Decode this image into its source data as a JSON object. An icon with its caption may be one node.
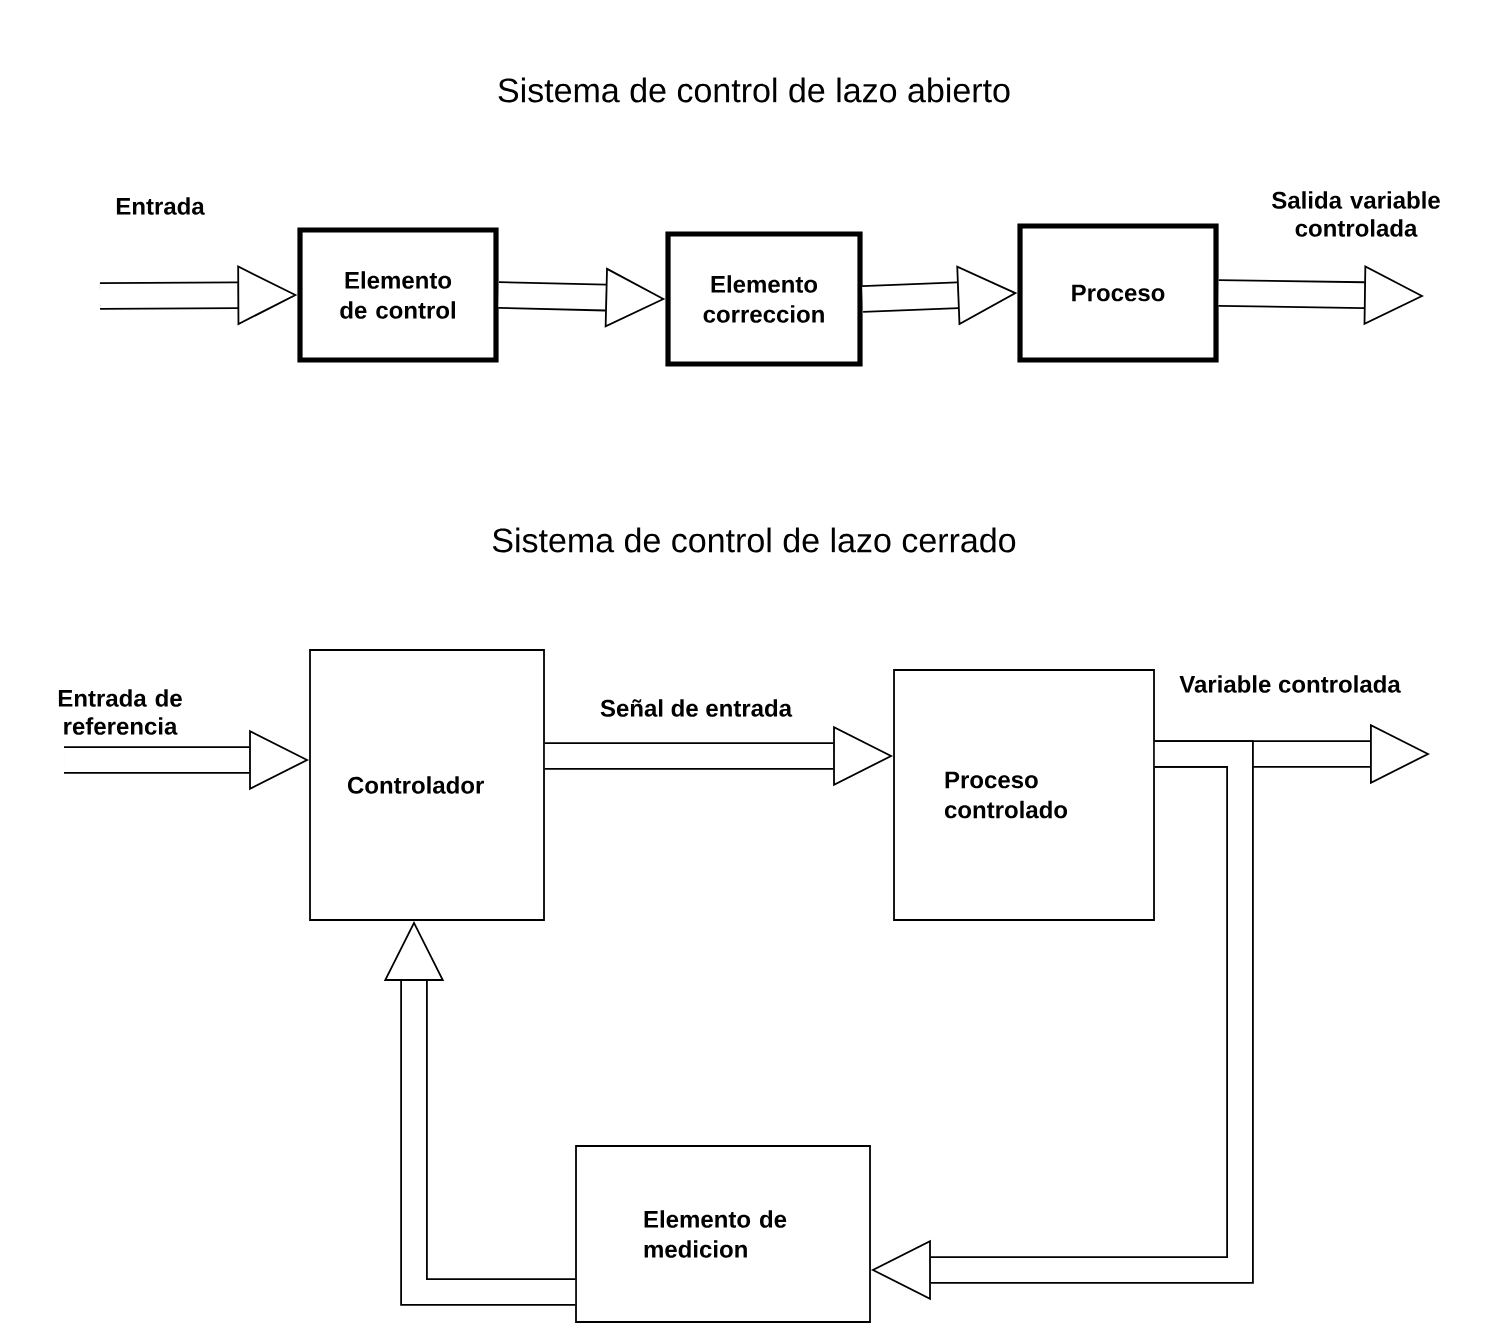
{
  "diagram": {
    "title": "Sistema de control de lazo abierto",
    "nodes": [
      {
        "text": [
          "Elemento de control"
        ]
      },
      {
        "text": [
          "Elemento correccion"
        ]
      },
      {
        "text": [
          "Proceso"
        ]
      },
      {
        "text": [
          "Sistema de control de lazo cerrado"
        ]
      },
      {
        "text": [
          "Controlador"
        ]
      },
      {
        "text": [
          "Proceso controlado"
        ]
      },
      {
        "text": [
          "Elemento de medicion"
        ]
      }
    ],
    "edges": [
      {
        "from": null,
        "to": 0,
        "arrow": "to",
        "label": "Entrada"
      },
      {
        "from": 0,
        "to": 1,
        "arrow": "to"
      },
      {
        "from": 1,
        "to": 2,
        "arrow": "to"
      },
      {
        "from": 2,
        "to": null,
        "arrow": "to",
        "label": "Salida variable controlada"
      },
      {
        "from": null,
        "to": 4,
        "arrow": "to",
        "label": "Entrada de referencia"
      },
      {
        "from": 4,
        "to": 5,
        "arrow": "to",
        "label": "Señal de entrada"
      },
      {
        "from": 5,
        "to": null,
        "arrow": "to",
        "label": "Variable controlada"
      },
      {
        "from": 5,
        "to": 6,
        "arrow": "to"
      },
      {
        "from": 6,
        "to": 4,
        "arrow": "to"
      }
    ]
  }
}
